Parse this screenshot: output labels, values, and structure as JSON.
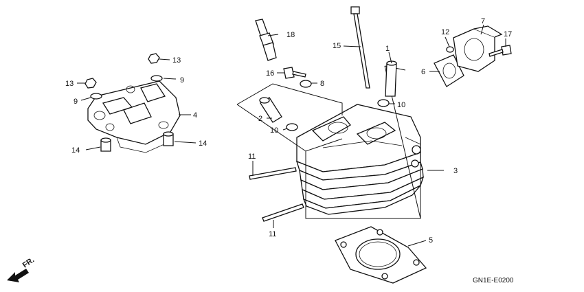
{
  "diagram": {
    "code": "GN1E-E0200",
    "front_label": "FR.",
    "callouts": [
      {
        "id": "c1",
        "text": "1"
      },
      {
        "id": "c2",
        "text": "2"
      },
      {
        "id": "c3",
        "text": "3"
      },
      {
        "id": "c4",
        "text": "4"
      },
      {
        "id": "c5",
        "text": "5"
      },
      {
        "id": "c6",
        "text": "6"
      },
      {
        "id": "c7",
        "text": "7"
      },
      {
        "id": "c8",
        "text": "8"
      },
      {
        "id": "c9a",
        "text": "9"
      },
      {
        "id": "c9b",
        "text": "9"
      },
      {
        "id": "c10a",
        "text": "10"
      },
      {
        "id": "c10b",
        "text": "10"
      },
      {
        "id": "c11a",
        "text": "11"
      },
      {
        "id": "c11b",
        "text": "11"
      },
      {
        "id": "c12",
        "text": "12"
      },
      {
        "id": "c13a",
        "text": "13"
      },
      {
        "id": "c13b",
        "text": "13"
      },
      {
        "id": "c14a",
        "text": "14"
      },
      {
        "id": "c14b",
        "text": "14"
      },
      {
        "id": "c15",
        "text": "15"
      },
      {
        "id": "c16",
        "text": "16"
      },
      {
        "id": "c17",
        "text": "17"
      },
      {
        "id": "c18",
        "text": "18"
      }
    ]
  }
}
